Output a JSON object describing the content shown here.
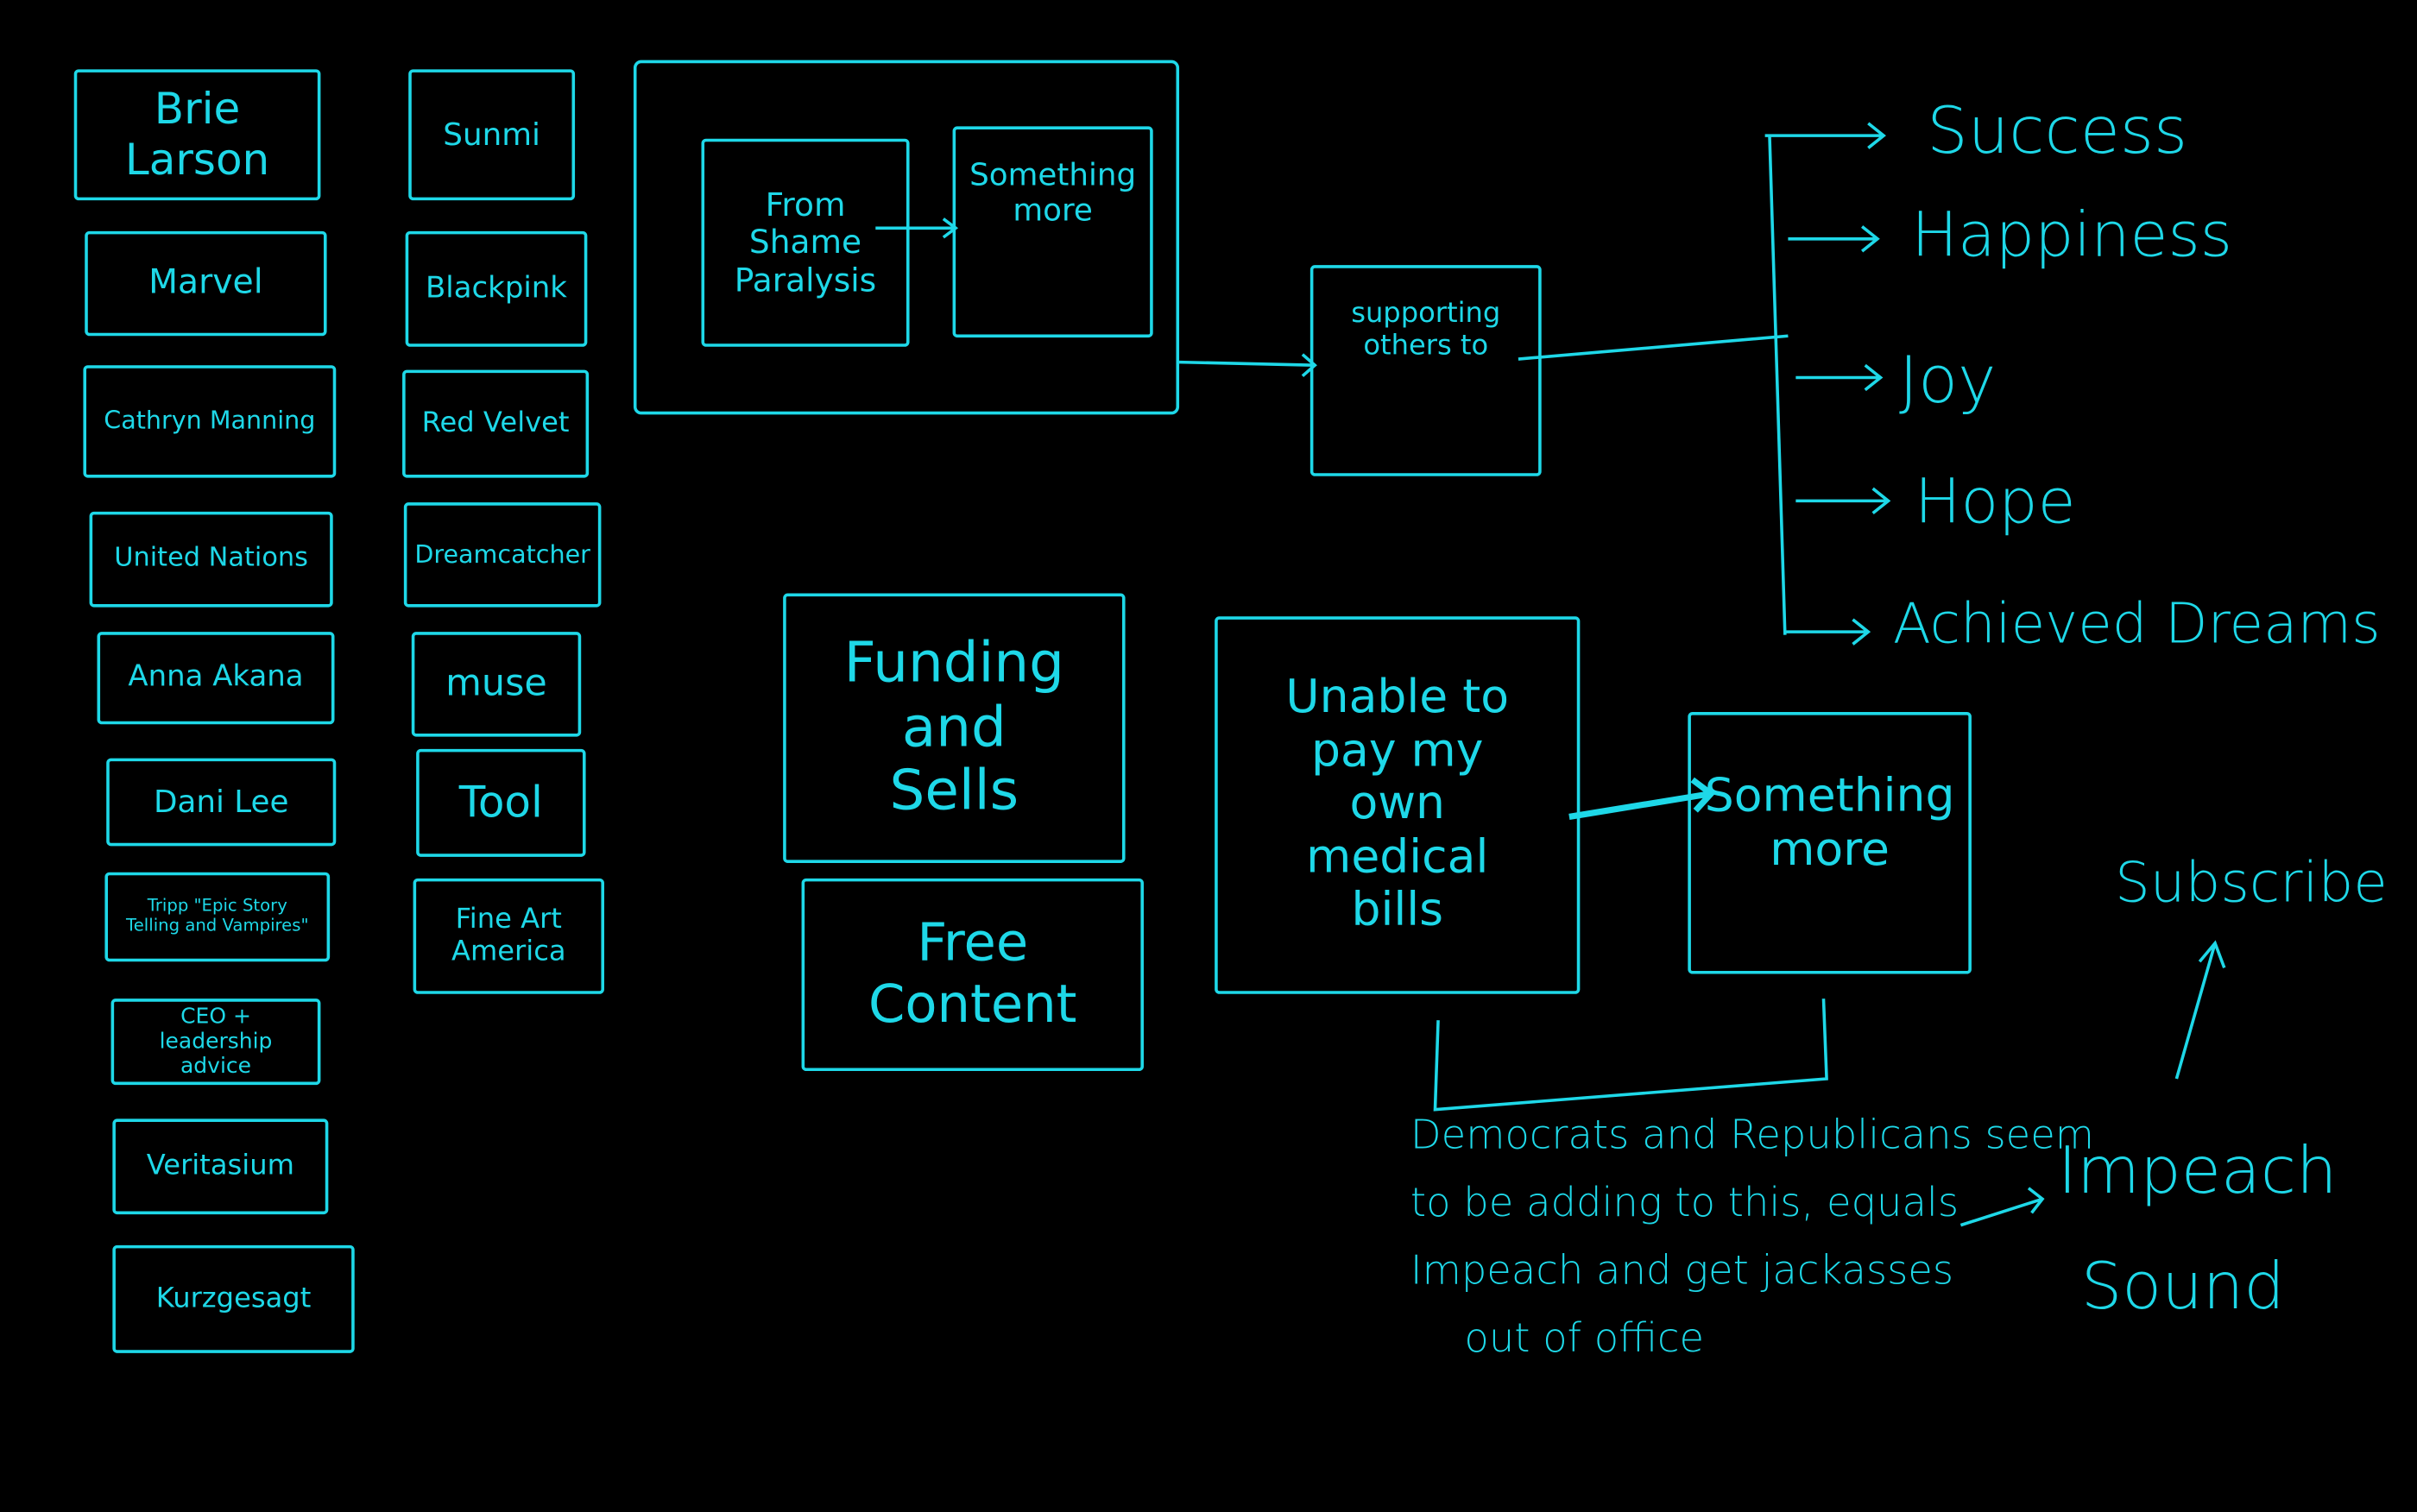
{
  "colors": {
    "ink": "#1ed8e8",
    "background": "#000000"
  },
  "left_column": [
    "Brie Larson",
    "Marvel",
    "Cathryn Manning",
    "United Nations",
    "Anna Akana",
    "Dani Lee",
    "Tripp \"Epic Story Telling and Vampires\"",
    "CEO + leadership advice",
    "Veritasium",
    "Kurzgesagt"
  ],
  "second_column": [
    "Sunmi",
    "Blackpink",
    "Red Velvet",
    "Dreamcatcher",
    "muse",
    "Tool",
    "Fine Art America"
  ],
  "top_flow": {
    "from": "From Shame Paralysis",
    "to": "Something more",
    "supporting": "supporting others to"
  },
  "outcomes": [
    "Success",
    "Happiness",
    "Joy",
    "Hope",
    "Achieved Dreams"
  ],
  "middle": {
    "funding": "Funding and Sells",
    "free": "Free Content",
    "unable": "Unable to pay my own medical bills",
    "something": "Something more"
  },
  "note": {
    "lines": [
      "Democrats and Republicans seem",
      "to be adding to this, equals",
      "Impeach and get jackasses",
      "out of office"
    ]
  },
  "impeach": [
    "Impeach",
    "Sound"
  ],
  "subscribe": "Subscribe"
}
